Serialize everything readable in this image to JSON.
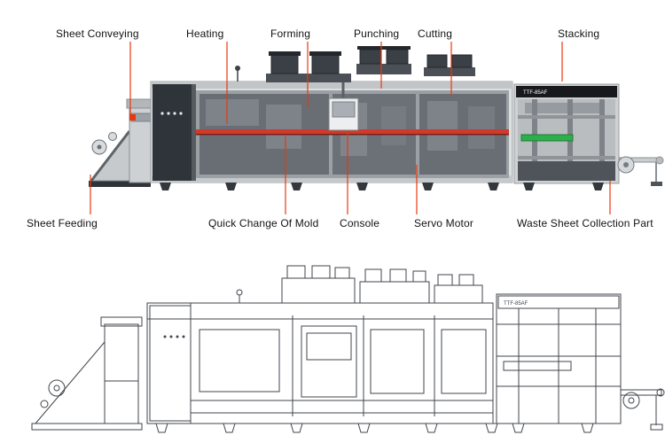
{
  "figure": {
    "machine_model": "TTF-85AF"
  },
  "colors": {
    "accent": "#e8380d",
    "stripe": "#cf3a2a",
    "green": "#2fae4d",
    "dark_panel": "#2f343a"
  },
  "callouts_top": [
    {
      "label": "Sheet Conveying"
    },
    {
      "label": "Heating"
    },
    {
      "label": "Forming"
    },
    {
      "label": "Punching"
    },
    {
      "label": "Cutting"
    },
    {
      "label": "Stacking"
    }
  ],
  "callouts_bottom": [
    {
      "label": "Sheet Feeding"
    },
    {
      "label": "Quick Change Of Mold"
    },
    {
      "label": "Console"
    },
    {
      "label": "Servo Motor"
    },
    {
      "label": "Waste Sheet Collection Part"
    }
  ]
}
